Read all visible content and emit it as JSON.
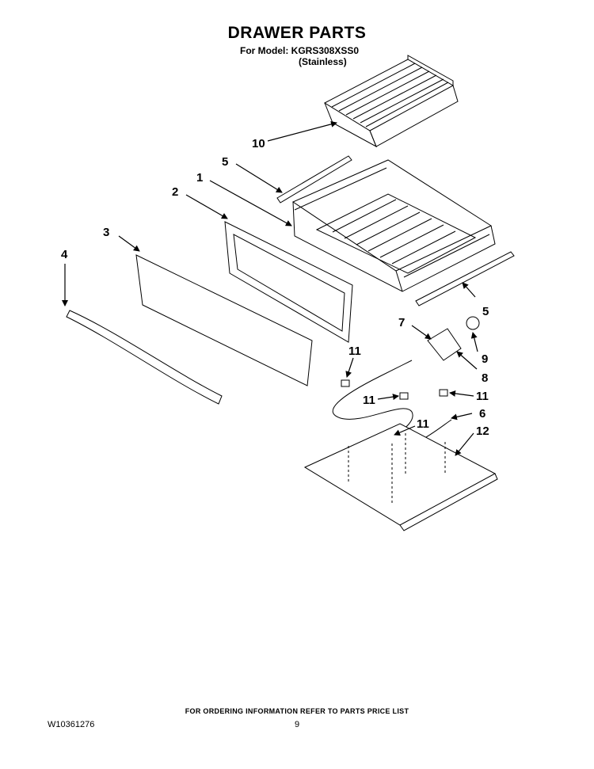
{
  "header": {
    "title": "DRAWER PARTS",
    "model_line": "For Model: KGRS308XSS0",
    "finish_line": "(Stainless)"
  },
  "callouts": {
    "c1": "1",
    "c2": "2",
    "c3": "3",
    "c4": "4",
    "c5a": "5",
    "c5b": "5",
    "c6": "6",
    "c7": "7",
    "c8": "8",
    "c9": "9",
    "c10": "10",
    "c11a": "11",
    "c11b": "11",
    "c11c": "11",
    "c11d": "11",
    "c12": "12"
  },
  "footer": {
    "ordering_info": "FOR ORDERING INFORMATION REFER TO PARTS PRICE LIST",
    "doc_number": "W10361276",
    "page_number": "9"
  }
}
